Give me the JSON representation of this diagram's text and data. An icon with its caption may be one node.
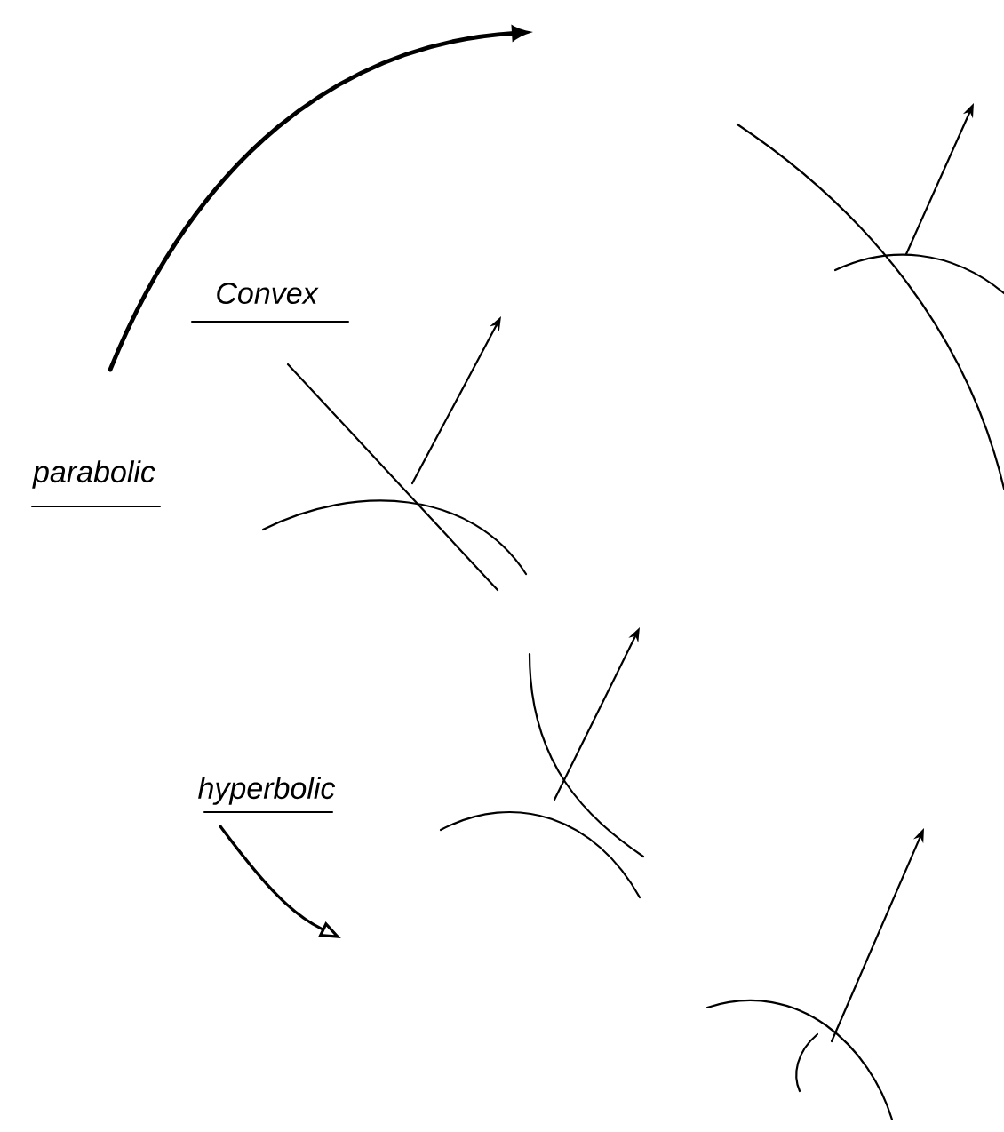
{
  "diagram": {
    "labels": [
      "Convex",
      "parabolic",
      "hyperbolic"
    ]
  }
}
